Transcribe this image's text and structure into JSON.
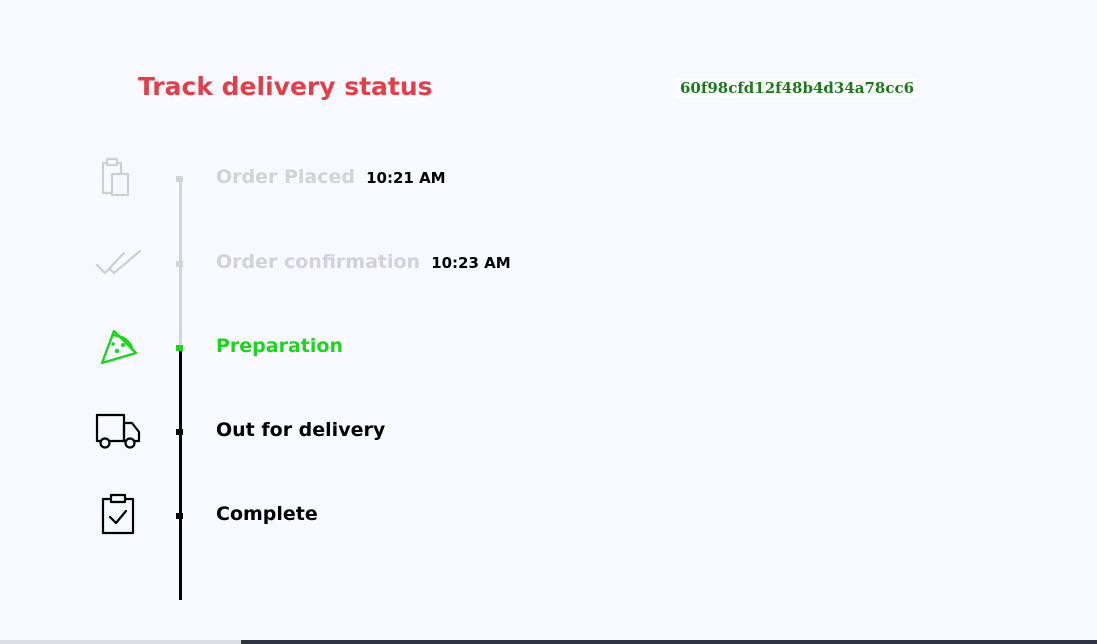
{
  "page": {
    "title": "Track delivery status",
    "order_id": "60f98cfd12f48b4d34a78cc6"
  },
  "colors": {
    "title": "#e0404a",
    "order_id": "#1b7a1b",
    "completed": "#d3d3d3",
    "active": "#1ed41e",
    "pending": "#000000"
  },
  "steps": [
    {
      "label": "Order Placed",
      "time": "10:21 AM",
      "icon": "clipboard-icon",
      "state": "completed"
    },
    {
      "label": "Order confirmation",
      "time": "10:23 AM",
      "icon": "double-check-icon",
      "state": "completed"
    },
    {
      "label": "Preparation",
      "time": "",
      "icon": "pizza-icon",
      "state": "active"
    },
    {
      "label": "Out for delivery",
      "time": "",
      "icon": "truck-icon",
      "state": "pending"
    },
    {
      "label": "Complete",
      "time": "",
      "icon": "clipboard-check-icon",
      "state": "pending"
    }
  ]
}
